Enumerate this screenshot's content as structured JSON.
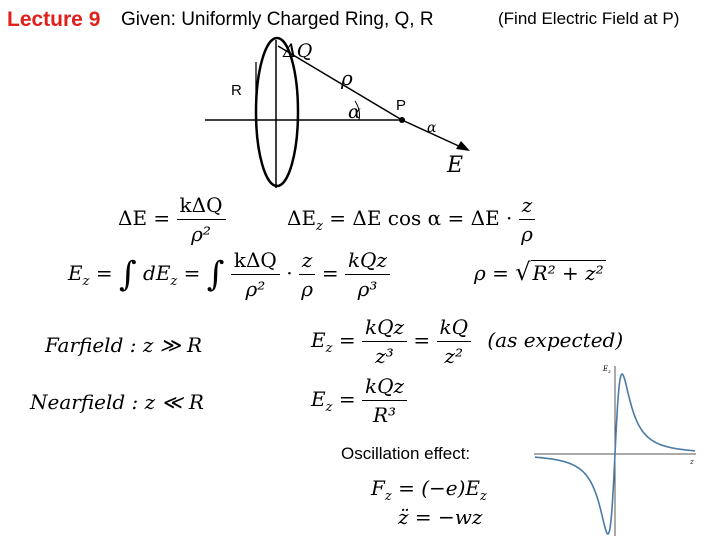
{
  "header": {
    "lecture": "Lecture 9",
    "given": "Given: Uniformly Charged Ring, Q, R",
    "find": "(Find Electric Field at P)"
  },
  "diagram": {
    "label_dq": "ΔQ",
    "label_rho": "ρ",
    "label_alpha": "α",
    "label_alpha2": "α",
    "label_r": "R",
    "label_p": "P",
    "label_e": "E"
  },
  "equations": {
    "dE_lhs": "ΔE =",
    "dE_num": "kΔQ",
    "dE_den": "ρ²",
    "dEz_a": "ΔE",
    "dEz_sub": "z",
    "dEz_b": " = ΔE cos α = ΔE ·",
    "dEz_num": "z",
    "dEz_den": "ρ",
    "Ez_lhs": "E",
    "Ez_sub": "z",
    "Ez_eq": " =",
    "int_sign": "∫",
    "int1_body": "dE",
    "int1_sub": "z",
    "int1_eq": " =",
    "int2_num": "kΔQ",
    "int2_den": "ρ²",
    "dot": "·",
    "int3_num": "z",
    "int3_den": "ρ",
    "eq2": "=",
    "int4_num": "kQz",
    "int4_den": "ρ³",
    "rho_lhs": "ρ =",
    "rho_sqrt_sign": "√",
    "rho_sqrt_body": "R² + z²",
    "far_label": "Farfield :  z ≫ R",
    "far_E": "E",
    "far_sub": "z",
    "far_eq": " =",
    "far_num1": "kQz",
    "far_den1": "z³",
    "far_eq2": "=",
    "far_num2": "kQ",
    "far_den2": "z²",
    "far_note": "(as expected)",
    "near_label": "Nearfield :  z ≪ R",
    "near_E": "E",
    "near_sub": "z",
    "near_eq": " =",
    "near_num": "kQz",
    "near_den": "R³",
    "osc_label": "Oscillation effect:",
    "force_F": "F",
    "force_sub": "z",
    "force_rest": " = (−e)E",
    "force_sub2": "z",
    "osc_eq": "z̈ = −wz"
  },
  "plot": {
    "y_label": "E",
    "y_label_sub": "z",
    "x_label": "z",
    "curve_color": "#4a7ba6"
  }
}
